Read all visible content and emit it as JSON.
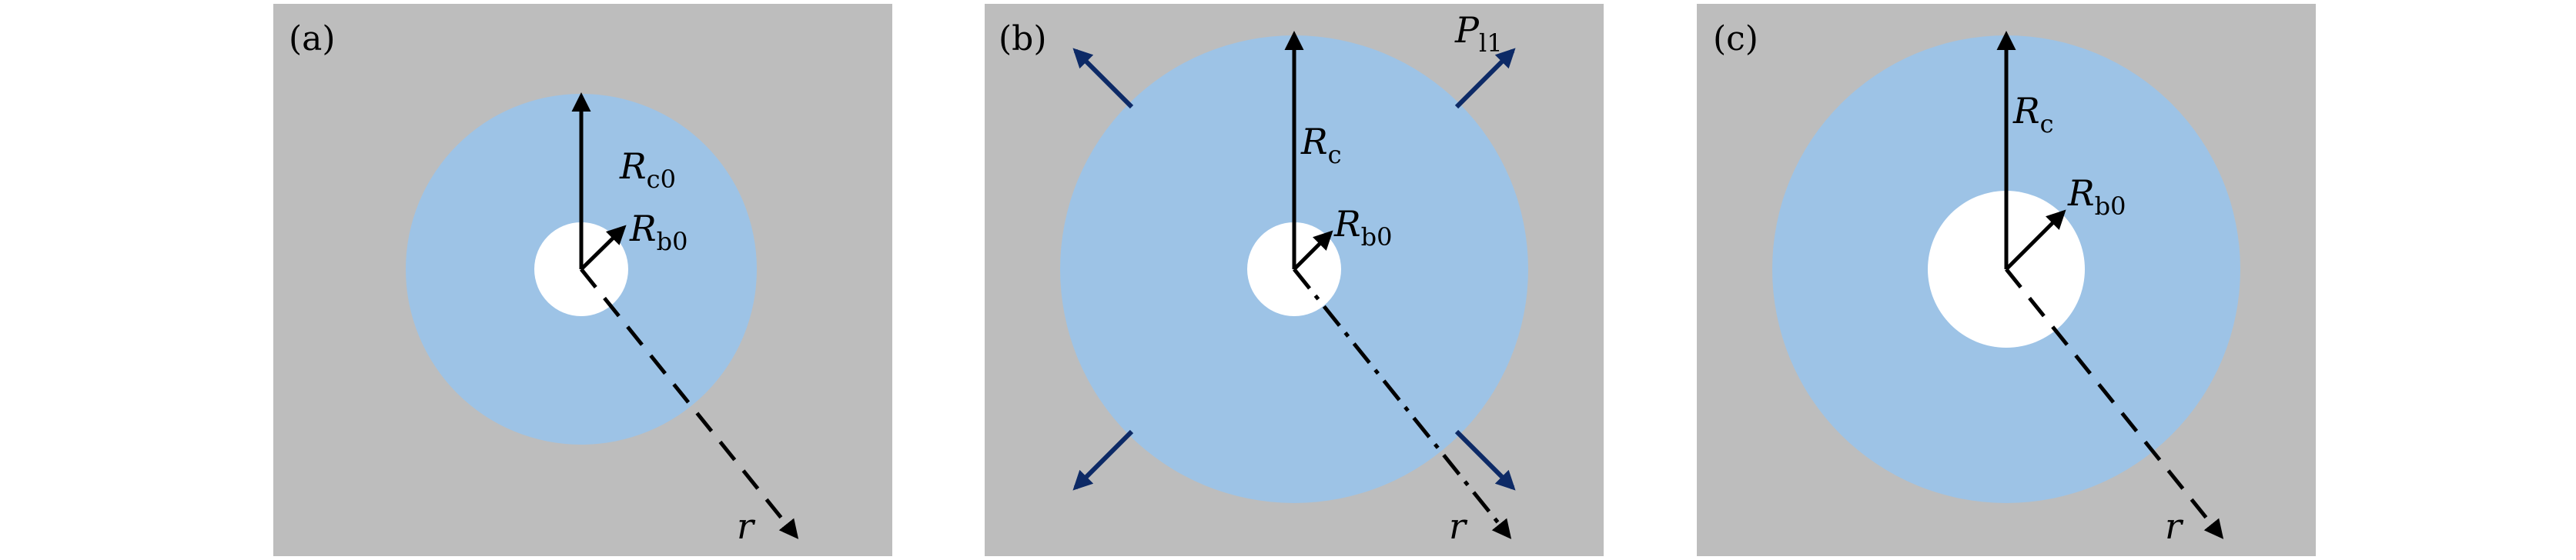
{
  "colors": {
    "background": "#bdbdbd",
    "region": "#9dc3e6",
    "void": "#ffffff",
    "arrow": "#000000",
    "pressure_arrow": "#0d2a66"
  },
  "panels": [
    {
      "tag": "(a)",
      "outer_label": {
        "main": "R",
        "sub": "c0"
      },
      "inner_label": {
        "main": "R",
        "sub": "b0"
      },
      "axis_label": "r",
      "axis_style": "dashed"
    },
    {
      "tag": "(b)",
      "outer_label": {
        "main": "R",
        "sub": "c"
      },
      "inner_label": {
        "main": "R",
        "sub": "b0"
      },
      "axis_label": "r",
      "axis_style": "dash-dot",
      "pressure_label": {
        "main": "P",
        "sub": "l1"
      },
      "pressure_arrow_icons": [
        "arrow-up-left",
        "arrow-up-right",
        "arrow-down-left",
        "arrow-down-right"
      ]
    },
    {
      "tag": "(c)",
      "outer_label": {
        "main": "R",
        "sub": "c"
      },
      "inner_label": {
        "main": "R",
        "sub": "b0"
      },
      "axis_label": "r",
      "axis_style": "dashed"
    }
  ]
}
